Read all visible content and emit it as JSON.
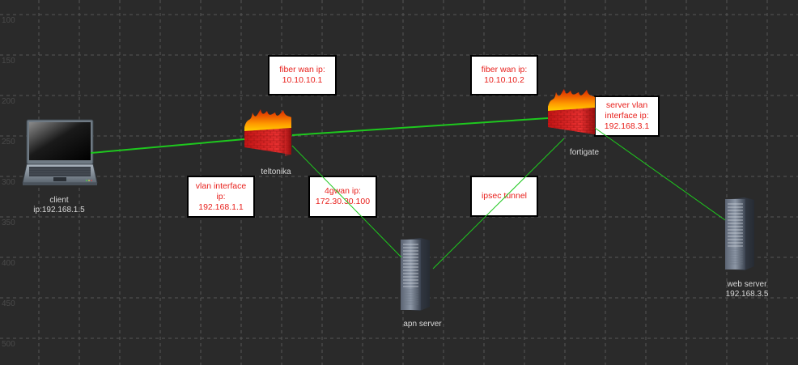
{
  "canvas": {
    "background": "#2a2a2a",
    "grid_color": "#555555",
    "link_color": "#1ec81e",
    "note_text_color": "#e8201c"
  },
  "ruler": {
    "labels": [
      "100",
      "150",
      "200",
      "250",
      "300",
      "350",
      "400",
      "450",
      "500"
    ]
  },
  "nodes": {
    "client": {
      "type": "laptop-icon",
      "lines": [
        "client",
        "ip:192.168.1.5"
      ]
    },
    "teltonika": {
      "type": "firewall-icon",
      "lines": [
        "teltonika"
      ]
    },
    "fortigate": {
      "type": "firewall-icon",
      "lines": [
        "fortigate"
      ]
    },
    "apn_server": {
      "type": "server-icon",
      "lines": [
        "apn server"
      ]
    },
    "web_server": {
      "type": "server-icon",
      "lines": [
        "web server",
        "192.168.3.5"
      ]
    }
  },
  "links": [
    {
      "from": "client",
      "to": "teltonika"
    },
    {
      "from": "teltonika",
      "to": "fortigate"
    },
    {
      "from": "teltonika",
      "to": "apn_server"
    },
    {
      "from": "apn_server",
      "to": "fortigate"
    },
    {
      "from": "fortigate",
      "to": "web_server"
    }
  ],
  "notes": {
    "teltonika_fiber": [
      "fiber wan ip:",
      "10.10.10.1"
    ],
    "fortigate_fiber": [
      "fiber wan ip:",
      "10.10.10.2"
    ],
    "server_vlan": [
      "server vlan",
      "interface ip:",
      "192.168.3.1"
    ],
    "vlan_interface": [
      "vlan interface",
      "ip:",
      "192.168.1.1"
    ],
    "gwan": [
      "4gwan ip:",
      "172.30.30.100"
    ],
    "ipsec": [
      "ipsec tunnel"
    ]
  }
}
